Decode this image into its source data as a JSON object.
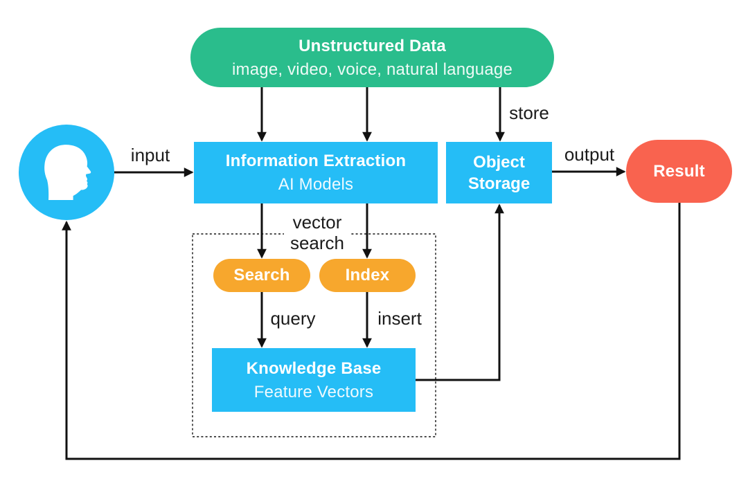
{
  "palette": {
    "green": "#2abd8c",
    "blue": "#25bdf6",
    "orange": "#f7a72d",
    "coral": "#f9634f",
    "line": "#111111",
    "label_text": "#1b1b1b",
    "node_text": "#ffffff"
  },
  "nodes": {
    "unstructured_data": {
      "title": "Unstructured Data",
      "subtitle": "image, video, voice, natural language"
    },
    "user": {
      "icon": "person-head-profile-icon"
    },
    "information_extraction": {
      "title": "Information Extraction",
      "subtitle": "AI Models"
    },
    "object_storage": {
      "title": "Object Storage"
    },
    "search": {
      "label": "Search"
    },
    "index": {
      "label": "Index"
    },
    "knowledge_base": {
      "title": "Knowledge Base",
      "subtitle": "Feature Vectors"
    },
    "result": {
      "label": "Result"
    }
  },
  "edge_labels": {
    "input": "input",
    "store": "store",
    "output": "output",
    "vector_search": "vector search",
    "query": "query",
    "insert": "insert"
  }
}
